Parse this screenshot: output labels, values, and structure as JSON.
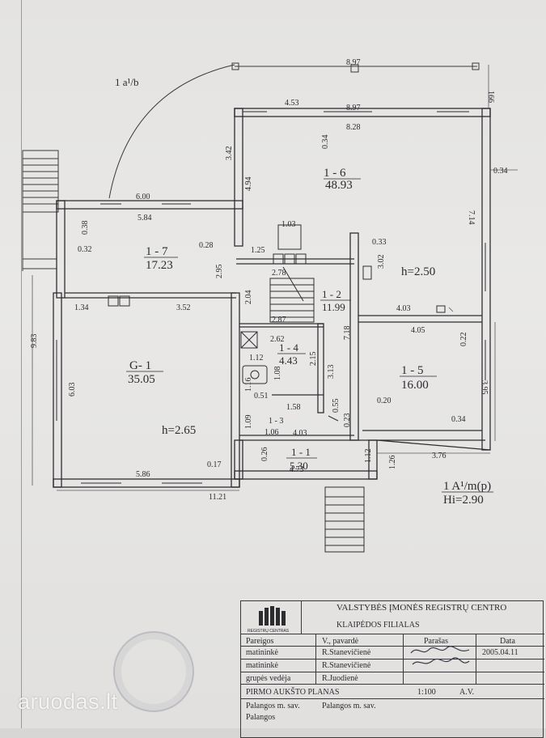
{
  "plan": {
    "sheet_ref": "1 a¹/b",
    "building_ref": "1 A¹/m(p)",
    "building_height": "Hi=2.90",
    "rooms": [
      {
        "id": "1 - 6",
        "area": "48.93"
      },
      {
        "id": "1 - 7",
        "area": "17.23"
      },
      {
        "id": "G- 1",
        "area": "35.05"
      },
      {
        "id": "1 - 2",
        "area": "11.99"
      },
      {
        "id": "1 - 4",
        "area": "4.43"
      },
      {
        "id": "1 - 5",
        "area": "16.00"
      },
      {
        "id": "1 - 3",
        "area": "1.06"
      },
      {
        "id": "1 - 1",
        "area": "5.30"
      }
    ],
    "heights": {
      "room_1_6": "h=2.50",
      "room_g1": "h=2.65"
    },
    "dimensions": {
      "d897_top": "8.97",
      "d166": "166",
      "d453": "4.53",
      "d897_inner": "8.97",
      "d828": "8.28",
      "d034_a": "0.34",
      "d034_b": "0.34",
      "d342": "3.42",
      "d494": "4.94",
      "d600": "6.00",
      "d584": "5.84",
      "d038": "0.38",
      "d032": "0.32",
      "d028": "0.28",
      "d295": "2.95",
      "d103": "1.03",
      "d125": "1.25",
      "d033": "0.33",
      "d302": "3.02",
      "d714": "7.14",
      "d278": "2.78",
      "d134": "1.34",
      "d352": "3.52",
      "d204": "2.04",
      "d287": "2.87",
      "d403_a": "4.03",
      "d405": "4.05",
      "d022": "0.22",
      "d718": "7.18",
      "d262": "2.62",
      "d112_a": "1.12",
      "d215": "2.15",
      "d108": "1.08",
      "d313": "3.13",
      "d395": "3.95",
      "d983": "9.83",
      "d603": "6.03",
      "d116": "1.16",
      "d051": "0.51",
      "d158": "1.58",
      "d055": "0.55",
      "d020": "0.20",
      "d109": "1.09",
      "d403_b": "4.03",
      "d023": "0.23",
      "d034_c": "0.34",
      "d376": "3.76",
      "d017": "0.17",
      "d026": "0.26",
      "d473": "4.73",
      "d112_b": "1.12",
      "d126": "1.26",
      "d586": "5.86",
      "d1121": "11.21"
    }
  },
  "title_block": {
    "org_line1": "VALSTYBĖS ĮMONĖS REGISTRŲ CENTRO",
    "org_line2": "KLAIPĖDOS FILIALAS",
    "logo_text": "REGISTRŲ CENTRAS",
    "headers": {
      "role": "Pareigos",
      "name": "V., pavardė",
      "signature": "Parašas",
      "date": "Data"
    },
    "rows": [
      {
        "role": "matininkė",
        "name": "R.Stanevičienė",
        "date": "2005.04.11"
      },
      {
        "role": "matininkė",
        "name": "R.Stanevičienė",
        "date": ""
      },
      {
        "role": "grupės vedėja",
        "name": "R.Juodienė",
        "date": ""
      }
    ],
    "plan_title": "PIRMO AUKŠTO PLANAS",
    "scale": "1:100",
    "av": "A.V.",
    "location_a": "Palangos m. sav.",
    "location_b": "Palangos m. sav.",
    "location_c": "Palangos"
  },
  "watermark": "aruodas.lt"
}
